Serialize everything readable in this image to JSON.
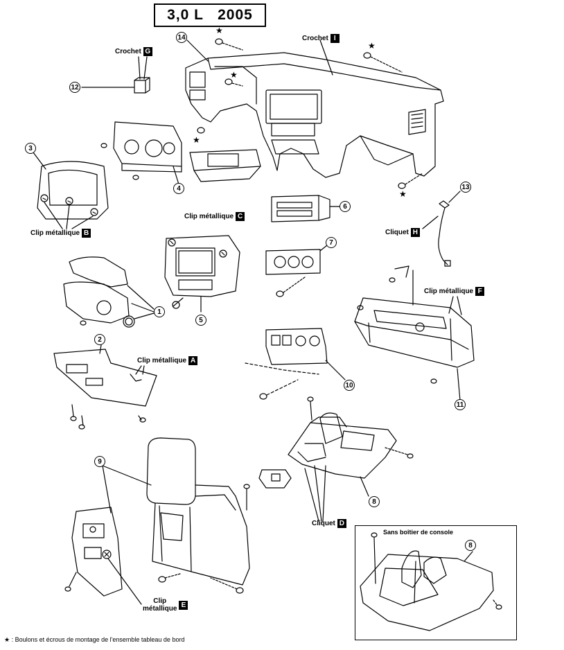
{
  "title": "3,0 L   2005",
  "labels": {
    "crochet_g": {
      "text": "Crochet",
      "tag": "G"
    },
    "crochet_i": {
      "text": "Crochet",
      "tag": "I"
    },
    "clip_b": {
      "text": "Clip métallique",
      "tag": "B"
    },
    "clip_c": {
      "text": "Clip métallique",
      "tag": "C"
    },
    "clip_a": {
      "text": "Clip métallique",
      "tag": "A"
    },
    "clip_f": {
      "text": "Clip métallique",
      "tag": "F"
    },
    "cliquet_h": {
      "text": "Cliquet",
      "tag": "H"
    },
    "cliquet_d": {
      "text": "Cliquet",
      "tag": "D"
    },
    "clip_e_line1": "Clip",
    "clip_e_line2": "métallique",
    "clip_e_tag": "E"
  },
  "part_numbers": {
    "n1": "1",
    "n2": "2",
    "n3": "3",
    "n4": "4",
    "n5": "5",
    "n6": "6",
    "n7": "7",
    "n8": "8",
    "n8b": "8",
    "n9": "9",
    "n10": "10",
    "n11": "11",
    "n12": "12",
    "n13": "13",
    "n14": "14"
  },
  "star_glyph": "★",
  "inset_title": "Sans boîtier de console",
  "footnote": "★ :  Boulons et écrous de montage de l'ensemble tableau de bord"
}
